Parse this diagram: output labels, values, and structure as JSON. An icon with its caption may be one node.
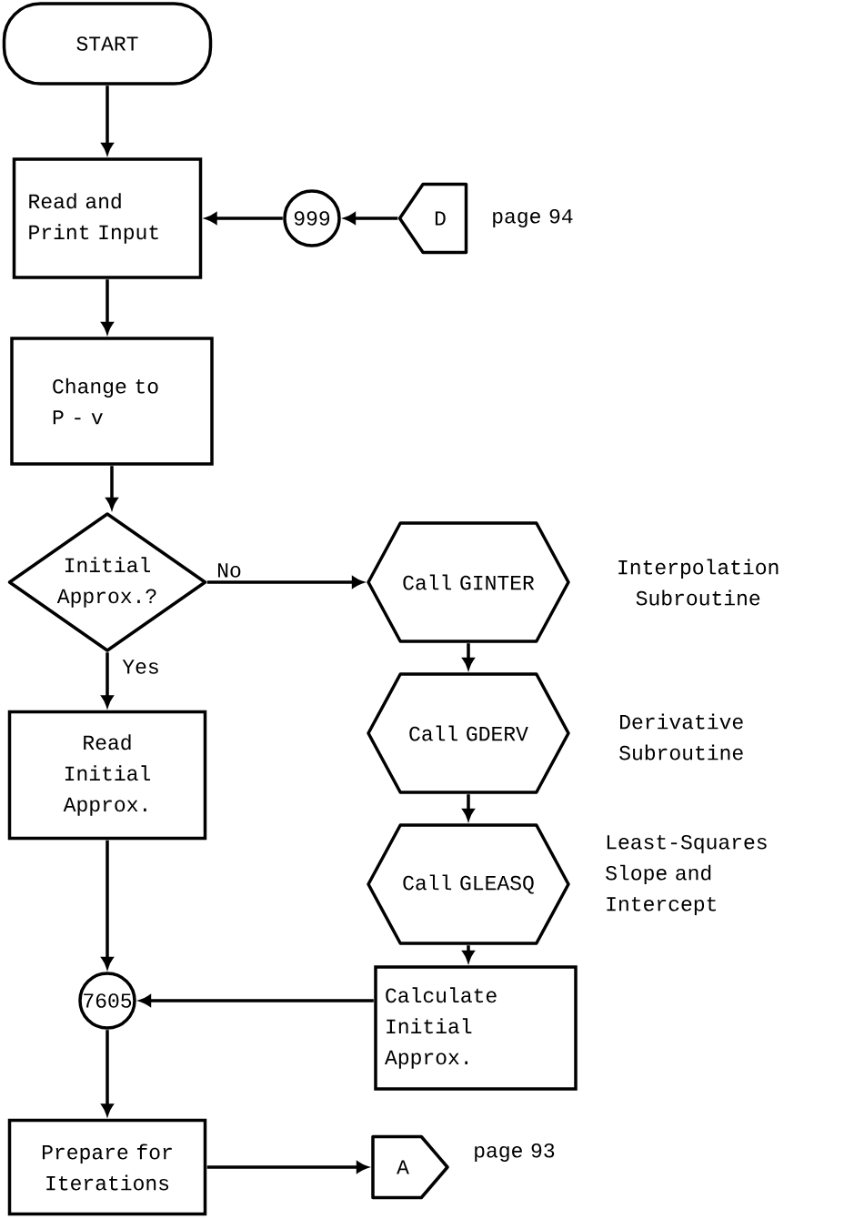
{
  "diagram": {
    "nodes": [
      {
        "text": [
          "START"
        ]
      },
      {
        "text": [
          "Read and Print Input"
        ]
      },
      {
        "text": [
          "999"
        ]
      },
      {
        "text": [
          "D"
        ],
        "beside": [
          "page 94"
        ]
      },
      {
        "text": [
          "Change to P - v"
        ]
      },
      {
        "text": [
          "Initial Approx.?"
        ]
      },
      {
        "text": [
          "Call GINTER"
        ],
        "beside": [
          "Interpolation Subroutine"
        ]
      },
      {
        "text": [
          "Call GDERV"
        ],
        "beside": [
          "Derivative Subroutine"
        ]
      },
      {
        "text": [
          "Call GLEASQ"
        ],
        "beside": [
          "Least-Squares Slope and Intercept"
        ]
      },
      {
        "text": [
          "Read Initial Approx."
        ]
      },
      {
        "text": [
          "Calculate Initial Approx."
        ]
      },
      {
        "text": [
          "7605"
        ]
      },
      {
        "text": [
          "Prepare for Iterations"
        ]
      },
      {
        "text": [
          "A"
        ],
        "beside": [
          "page 93"
        ]
      }
    ],
    "edges": [
      {
        "from": 0,
        "to": 1,
        "arrow": "to"
      },
      {
        "from": 3,
        "to": 2,
        "arrow": "to"
      },
      {
        "from": 2,
        "to": 1,
        "arrow": "to"
      },
      {
        "from": 1,
        "to": 4,
        "arrow": "to"
      },
      {
        "from": 4,
        "to": 5,
        "arrow": "to"
      },
      {
        "from": 5,
        "to": 6,
        "arrow": "to",
        "label": "No"
      },
      {
        "from": 5,
        "to": 9,
        "arrow": "to",
        "label": "Yes"
      },
      {
        "from": 6,
        "to": 7,
        "arrow": "to"
      },
      {
        "from": 7,
        "to": 8,
        "arrow": "to"
      },
      {
        "from": 8,
        "to": 10,
        "arrow": "to"
      },
      {
        "from": 9,
        "to": 11,
        "arrow": "to"
      },
      {
        "from": 10,
        "to": 11,
        "arrow": "to"
      },
      {
        "from": 11,
        "to": 12,
        "arrow": "to"
      },
      {
        "from": 12,
        "to": 13,
        "arrow": "to"
      }
    ]
  }
}
